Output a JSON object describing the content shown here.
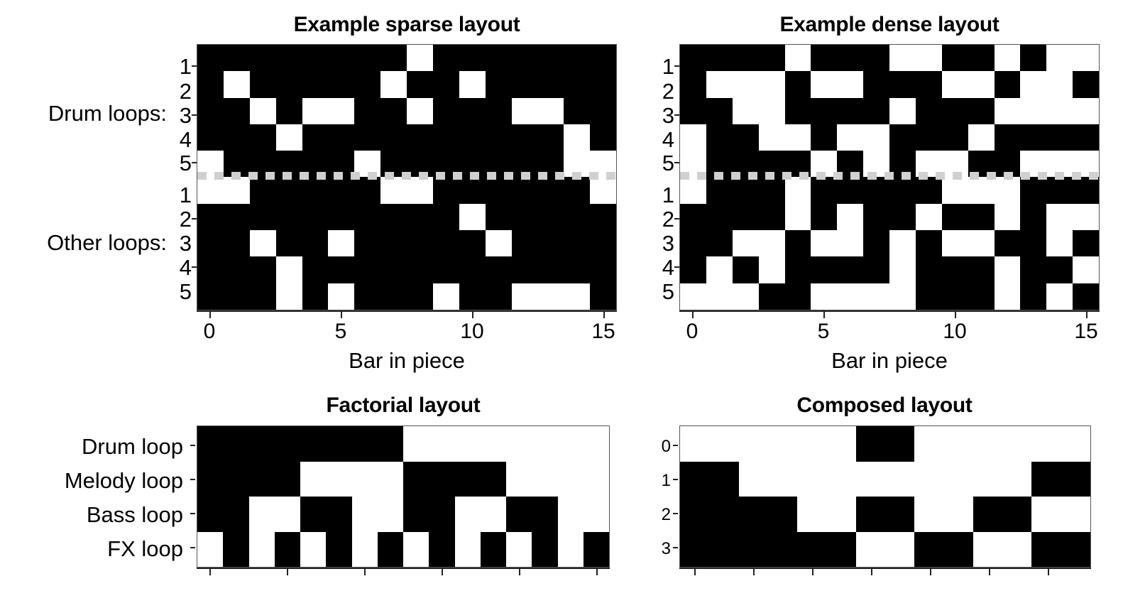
{
  "panels": {
    "sparse": {
      "title": "Example sparse layout",
      "xlabel": "Bar in piece",
      "group_labels": {
        "top": "Drum loops:",
        "bottom": "Other loops:"
      },
      "ytick_labels_top": [
        "1",
        "2",
        "3",
        "4",
        "5"
      ],
      "ytick_labels_bottom": [
        "1",
        "2",
        "3",
        "4",
        "5"
      ],
      "xtick_labels": [
        "0",
        "5",
        "10",
        "15"
      ]
    },
    "dense": {
      "title": "Example dense layout",
      "xlabel": "Bar in piece",
      "ytick_labels_top": [
        "1",
        "2",
        "3",
        "4",
        "5"
      ],
      "ytick_labels_bottom": [
        "1",
        "2",
        "3",
        "4",
        "5"
      ],
      "xtick_labels": [
        "0",
        "5",
        "10",
        "15"
      ]
    },
    "factorial": {
      "title": "Factorial layout",
      "row_labels": [
        "Drum loop",
        "Melody loop",
        "Bass loop",
        "FX loop"
      ]
    },
    "composed": {
      "title": "Composed layout",
      "ytick_labels": [
        "0",
        "1",
        "2",
        "3"
      ]
    }
  },
  "colors": {
    "on": "#000000",
    "off": "#ffffff",
    "separator": "#d0d0d0",
    "axis": "#222222"
  },
  "chart_data": [
    {
      "type": "heatmap",
      "name": "example-sparse-layout",
      "title": "Example sparse layout",
      "xlabel": "Bar in piece",
      "ylabel": "",
      "xlim": [
        0,
        16
      ],
      "ylim": [
        0,
        10
      ],
      "xtick_values": [
        0,
        5,
        10,
        15
      ],
      "xtick_labels": [
        "0",
        "5",
        "10",
        "15"
      ],
      "row_groups": [
        {
          "label": "Drum loops:",
          "row_labels": [
            "1",
            "2",
            "3",
            "4",
            "5"
          ]
        },
        {
          "label": "Other loops:",
          "row_labels": [
            "1",
            "2",
            "3",
            "4",
            "5"
          ]
        }
      ],
      "grid": "0 = black (loop off), 1 = white (loop on)",
      "values_drum": [
        [
          0,
          0,
          0,
          0,
          0,
          0,
          0,
          0,
          1,
          0,
          0,
          0,
          0,
          0,
          0,
          0
        ],
        [
          0,
          1,
          0,
          0,
          0,
          0,
          0,
          1,
          0,
          0,
          1,
          0,
          0,
          0,
          0,
          0
        ],
        [
          0,
          0,
          1,
          0,
          1,
          1,
          0,
          0,
          1,
          0,
          0,
          0,
          1,
          1,
          0,
          0
        ],
        [
          0,
          0,
          0,
          1,
          0,
          0,
          0,
          0,
          0,
          0,
          0,
          0,
          0,
          0,
          1,
          0
        ],
        [
          1,
          0,
          0,
          0,
          0,
          0,
          1,
          0,
          0,
          0,
          0,
          0,
          0,
          0,
          1,
          1
        ]
      ],
      "values_other": [
        [
          1,
          1,
          0,
          0,
          0,
          0,
          0,
          1,
          1,
          0,
          0,
          0,
          0,
          0,
          0,
          1
        ],
        [
          0,
          0,
          0,
          0,
          0,
          0,
          0,
          0,
          0,
          0,
          1,
          0,
          0,
          0,
          0,
          0
        ],
        [
          0,
          0,
          1,
          0,
          0,
          1,
          0,
          0,
          0,
          0,
          0,
          1,
          0,
          0,
          0,
          0
        ],
        [
          0,
          0,
          0,
          1,
          0,
          0,
          0,
          0,
          0,
          0,
          0,
          0,
          0,
          0,
          0,
          0
        ],
        [
          0,
          0,
          0,
          1,
          0,
          1,
          0,
          0,
          0,
          1,
          0,
          0,
          1,
          1,
          1,
          0
        ]
      ]
    },
    {
      "type": "heatmap",
      "name": "example-dense-layout",
      "title": "Example dense layout",
      "xlabel": "Bar in piece",
      "ylabel": "",
      "xlim": [
        0,
        16
      ],
      "ylim": [
        0,
        10
      ],
      "xtick_values": [
        0,
        5,
        10,
        15
      ],
      "xtick_labels": [
        "0",
        "5",
        "10",
        "15"
      ],
      "row_groups": [
        {
          "label": "Drum loops:",
          "row_labels": [
            "1",
            "2",
            "3",
            "4",
            "5"
          ]
        },
        {
          "label": "Other loops:",
          "row_labels": [
            "1",
            "2",
            "3",
            "4",
            "5"
          ]
        }
      ],
      "grid": "0 = black (loop off), 1 = white (loop on)",
      "values_drum": [
        [
          0,
          0,
          0,
          0,
          1,
          0,
          0,
          0,
          1,
          1,
          0,
          0,
          1,
          0,
          1,
          1
        ],
        [
          0,
          1,
          1,
          1,
          0,
          1,
          1,
          0,
          0,
          0,
          1,
          1,
          0,
          1,
          1,
          0
        ],
        [
          0,
          0,
          1,
          1,
          0,
          0,
          0,
          0,
          1,
          0,
          0,
          0,
          1,
          1,
          1,
          1
        ],
        [
          1,
          0,
          0,
          1,
          1,
          0,
          1,
          1,
          0,
          0,
          0,
          1,
          0,
          0,
          0,
          0
        ],
        [
          1,
          0,
          0,
          0,
          0,
          1,
          0,
          1,
          0,
          1,
          1,
          0,
          0,
          1,
          1,
          1
        ]
      ],
      "values_other": [
        [
          1,
          0,
          0,
          0,
          1,
          0,
          0,
          0,
          0,
          0,
          1,
          1,
          1,
          0,
          0,
          0
        ],
        [
          0,
          0,
          0,
          0,
          1,
          0,
          1,
          0,
          0,
          1,
          0,
          0,
          1,
          0,
          1,
          1
        ],
        [
          0,
          0,
          1,
          1,
          0,
          1,
          1,
          0,
          1,
          0,
          1,
          1,
          0,
          0,
          1,
          0
        ],
        [
          0,
          1,
          0,
          1,
          0,
          0,
          0,
          0,
          1,
          0,
          0,
          0,
          1,
          0,
          0,
          1
        ],
        [
          1,
          1,
          1,
          0,
          0,
          1,
          1,
          1,
          1,
          0,
          0,
          0,
          1,
          0,
          1,
          0
        ]
      ]
    },
    {
      "type": "heatmap",
      "name": "factorial-layout",
      "title": "Factorial layout",
      "xlabel": "",
      "ylabel": "",
      "row_labels": [
        "Drum loop",
        "Melody loop",
        "Bass loop",
        "FX loop"
      ],
      "n_columns": 16,
      "grid": "0 = black (loop on), 1 = white (loop off); full factorial binary counting",
      "values": [
        [
          0,
          0,
          0,
          0,
          0,
          0,
          0,
          0,
          1,
          1,
          1,
          1,
          1,
          1,
          1,
          1
        ],
        [
          0,
          0,
          0,
          0,
          1,
          1,
          1,
          1,
          0,
          0,
          0,
          0,
          1,
          1,
          1,
          1
        ],
        [
          0,
          0,
          1,
          1,
          0,
          0,
          1,
          1,
          0,
          0,
          1,
          1,
          0,
          0,
          1,
          1
        ],
        [
          1,
          0,
          1,
          0,
          1,
          0,
          1,
          0,
          1,
          0,
          1,
          0,
          1,
          0,
          1,
          0
        ]
      ]
    },
    {
      "type": "heatmap",
      "name": "composed-layout",
      "title": "Composed layout",
      "xlabel": "",
      "ylabel": "",
      "ytick_labels": [
        "0",
        "1",
        "2",
        "3"
      ],
      "n_columns": 7,
      "grid": "0 = black, 1 = white",
      "values": [
        [
          1,
          1,
          1,
          0,
          1,
          1,
          1
        ],
        [
          0,
          1,
          1,
          1,
          1,
          1,
          0
        ],
        [
          0,
          0,
          1,
          0,
          1,
          0,
          1
        ],
        [
          0,
          0,
          0,
          1,
          0,
          1,
          0
        ]
      ]
    }
  ]
}
